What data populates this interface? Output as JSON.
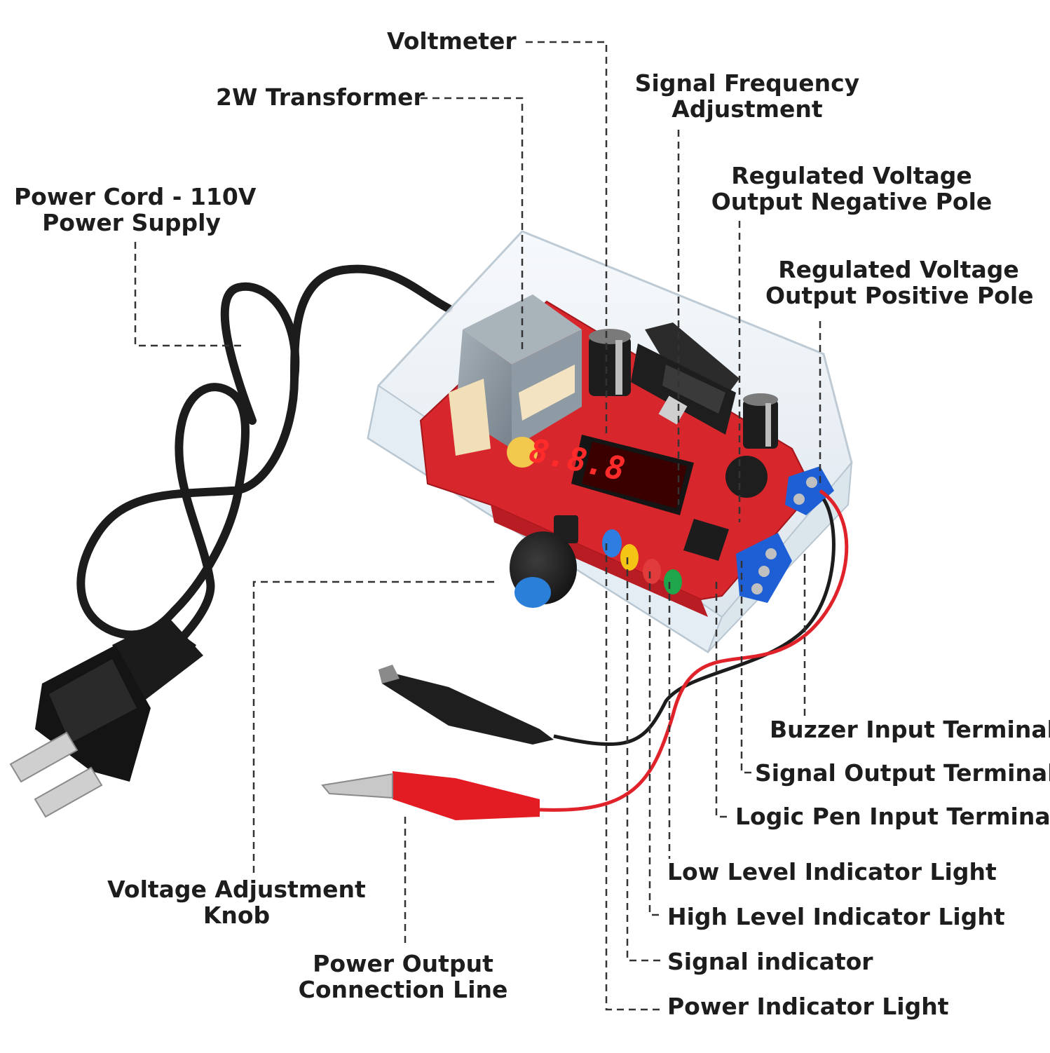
{
  "labels": {
    "voltmeter": "Voltmeter",
    "transformer": "2W Transformer",
    "signal_freq": [
      "Signal Frequency",
      "Adjustment"
    ],
    "neg_pole": [
      "Regulated Voltage",
      "Output Negative Pole"
    ],
    "power_cord": [
      "Power Cord - 110V",
      "Power Supply"
    ],
    "pos_pole": [
      "Regulated Voltage",
      "Output Positive Pole"
    ],
    "buzzer": "Buzzer Input Terminal",
    "signal_out": "Signal Output Terminal",
    "logic_pen": "Logic Pen Input Terminal",
    "low_level": "Low Level Indicator Light",
    "high_level": "High Level Indicator Light",
    "signal_ind": "Signal indicator",
    "power_ind": "Power Indicator Light",
    "voltage_knob": [
      "Voltage Adjustment",
      "Knob"
    ],
    "output_line": [
      "Power Output",
      "Connection Line"
    ]
  },
  "display": {
    "digits": "8.8.8"
  },
  "colors": {
    "pcb": "#d7262c",
    "case": "#e6eef4",
    "transformer": "#8f9ba4",
    "heatsink": "#2b2b2b",
    "terminal": "#1f5fd6",
    "cable": "#1c1c1c",
    "wire_red": "#e0232a",
    "clip_red": "#e31b23",
    "led_blue": "#2e7de0",
    "led_yellow": "#f4c514",
    "led_red": "#e23b3b",
    "led_green": "#1fa64a",
    "knob_cap": "#2a7fd8",
    "label_text": "#1d1d1d",
    "leader": "#333333"
  }
}
